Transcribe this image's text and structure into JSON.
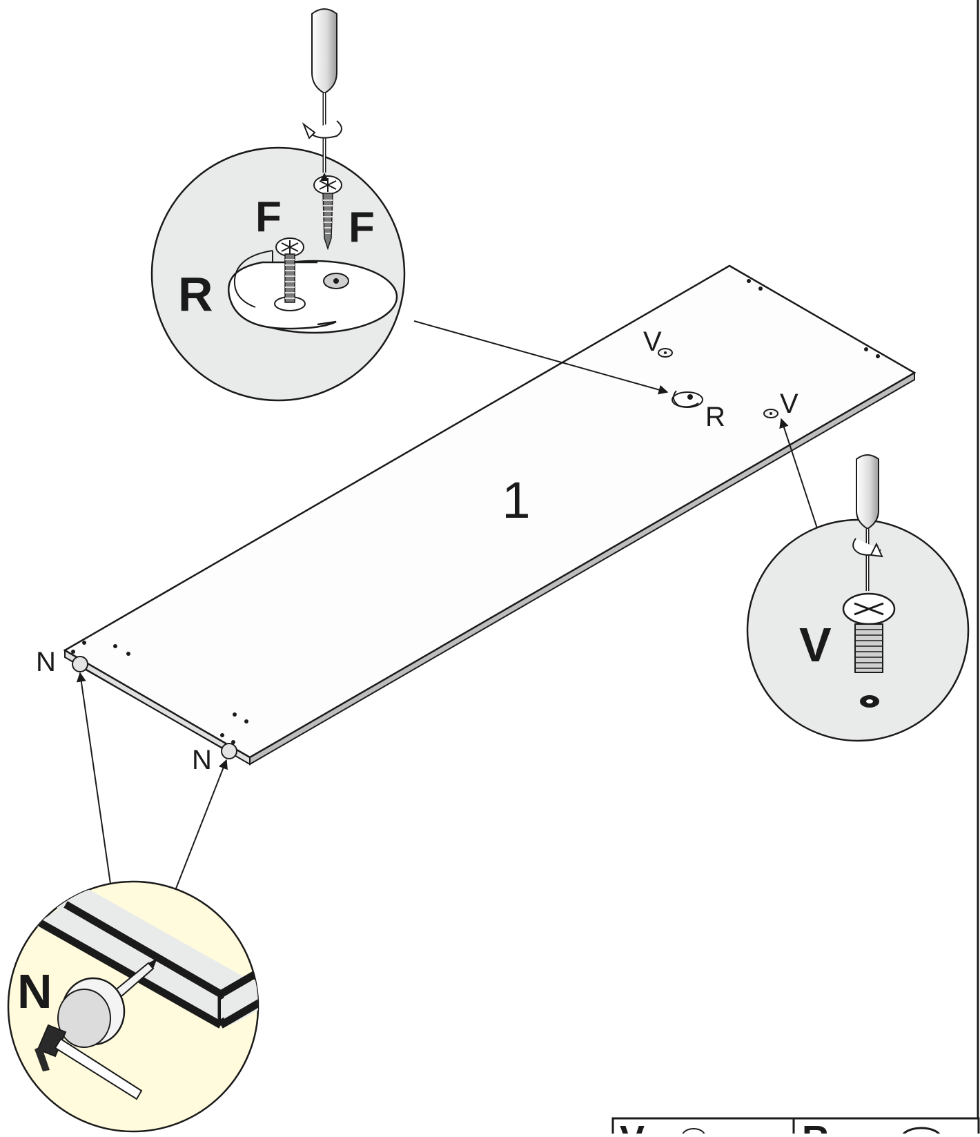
{
  "panel": {
    "number": "1"
  },
  "callouts": {
    "top_circle": {
      "label_f1": "F",
      "label_f2": "F",
      "label_r": "R"
    },
    "right_circle": {
      "label_v": "V"
    },
    "bottom_circle": {
      "label_n": "N",
      "fill_color": "#fffbdc"
    }
  },
  "board_labels": {
    "v_upper": "V",
    "v_right": "V",
    "r": "R",
    "n_left": "N",
    "n_right": "N"
  },
  "parts_table": {
    "cells": [
      "V",
      "R"
    ]
  },
  "colors": {
    "circle_fill": "#e9ebea",
    "board_fill": "#fdfdfd",
    "edge_fill": "#bdbdbd",
    "line": "#1a1a1a"
  }
}
